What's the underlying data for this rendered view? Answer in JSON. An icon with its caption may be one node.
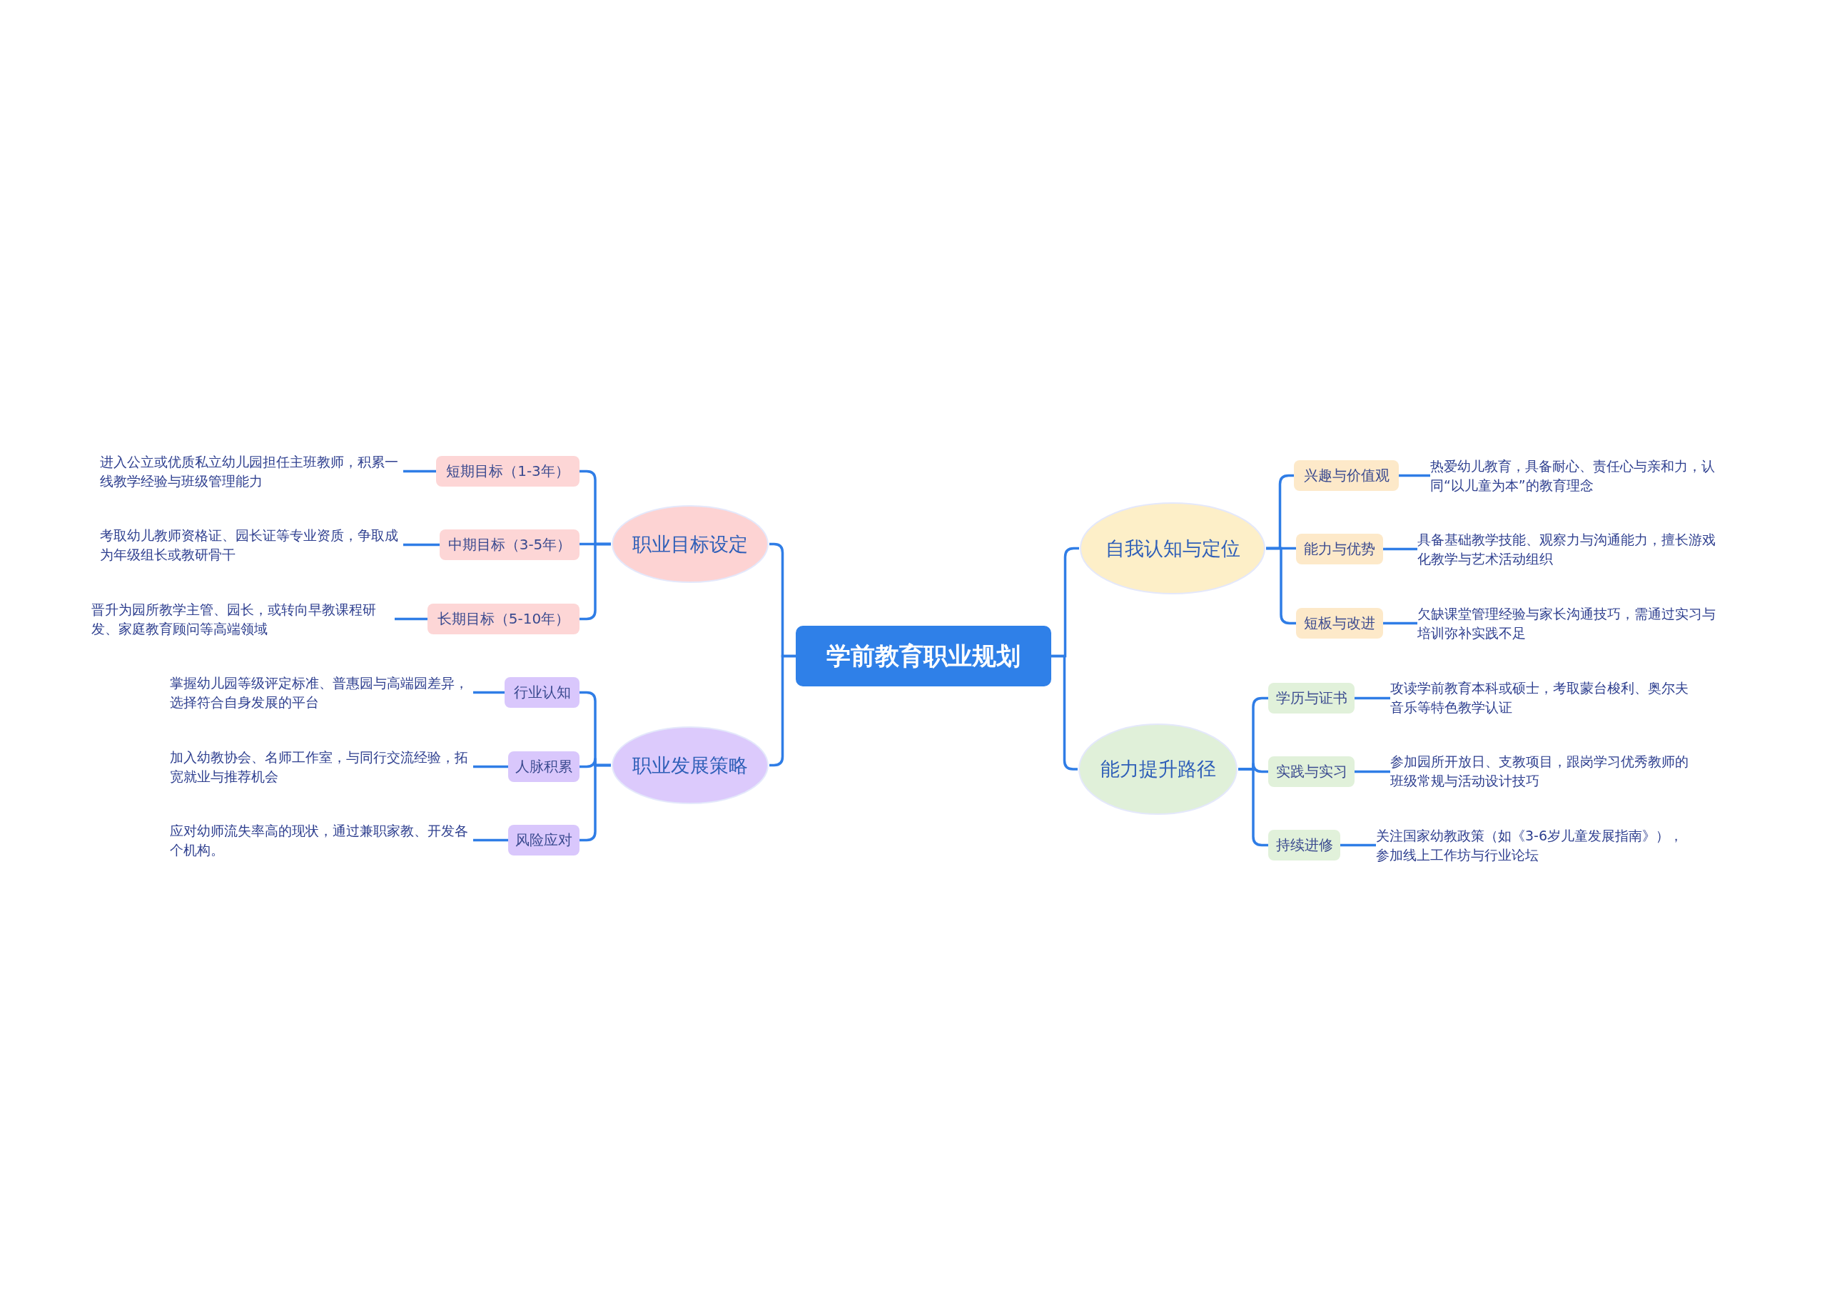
{
  "diagram": {
    "nodes": [
      {
        "text": [
          "学前教育职业规划"
        ]
      },
      {
        "text": [
          "职业目标设定"
        ]
      },
      {
        "text": [
          "短期目标（1-3年）"
        ]
      },
      {
        "text": [
          "进入公立或优质私立幼儿园担任主班教师，积累一线教学经验与班级管理能力"
        ]
      },
      {
        "text": [
          "中期目标（3-5年）"
        ]
      },
      {
        "text": [
          "考取幼儿教师资格证、园长证等专业资质，争取成为年级组长或教研骨干"
        ]
      },
      {
        "text": [
          "长期目标（5-10年）"
        ]
      },
      {
        "text": [
          "晋升为园所教学主管、园长，或转向早教课程研发、家庭教育顾问等高端领域"
        ]
      },
      {
        "text": [
          "职业发展策略"
        ]
      },
      {
        "text": [
          "行业认知"
        ]
      },
      {
        "text": [
          "掌握幼儿园等级评定标准、普惠园与高端园差异，选择符合自身发展的平台"
        ]
      },
      {
        "text": [
          "人脉积累"
        ]
      },
      {
        "text": [
          "加入幼教协会、名师工作室，与同行交流经验，拓宽就业与推荐机会"
        ]
      },
      {
        "text": [
          "风险应对"
        ]
      },
      {
        "text": [
          "应对幼师流失率高的现状，通过兼职家教、开发各个机构。"
        ]
      },
      {
        "text": [
          "自我认知与定位"
        ]
      },
      {
        "text": [
          "兴趣与价值观"
        ]
      },
      {
        "text": [
          "热爱幼儿教育，具备耐心、责任心与亲和力，认同“以儿童为本”的教育理念"
        ]
      },
      {
        "text": [
          "能力与优势"
        ]
      },
      {
        "text": [
          "具备基础教学技能、观察力与沟通能力，擅长游戏化教学与艺术活动组织"
        ]
      },
      {
        "text": [
          "短板与改进"
        ]
      },
      {
        "text": [
          "欠缺课堂管理经验与家长沟通技巧，需通过实习与培训弥补实践不足"
        ]
      },
      {
        "text": [
          "能力提升路径"
        ]
      },
      {
        "text": [
          "学历与证书"
        ]
      },
      {
        "text": [
          "攻读学前教育本科或硕士，考取蒙台梭利、奥尔夫音乐等特色教学认证"
        ]
      },
      {
        "text": [
          "实践与实习"
        ]
      },
      {
        "text": [
          "参加园所开放日、支教项目，跟岗学习优秀教师的班级常规与活动设计技巧"
        ]
      },
      {
        "text": [
          "持续进修"
        ]
      },
      {
        "text": [
          "关注国家幼教政策（如《3-6岁儿童发展指南》），参加线上工作坊与行业论坛"
        ]
      }
    ],
    "edges": [
      {
        "from": 0,
        "to": 1,
        "arrow": "none"
      },
      {
        "from": 1,
        "to": 2,
        "arrow": "none"
      },
      {
        "from": 2,
        "to": 3,
        "arrow": "none"
      },
      {
        "from": 1,
        "to": 4,
        "arrow": "none"
      },
      {
        "from": 4,
        "to": 5,
        "arrow": "none"
      },
      {
        "from": 1,
        "to": 6,
        "arrow": "none"
      },
      {
        "from": 6,
        "to": 7,
        "arrow": "none"
      },
      {
        "from": 0,
        "to": 8,
        "arrow": "none"
      },
      {
        "from": 8,
        "to": 9,
        "arrow": "none"
      },
      {
        "from": 9,
        "to": 10,
        "arrow": "none"
      },
      {
        "from": 8,
        "to": 11,
        "arrow": "none"
      },
      {
        "from": 11,
        "to": 12,
        "arrow": "none"
      },
      {
        "from": 8,
        "to": 13,
        "arrow": "none"
      },
      {
        "from": 13,
        "to": 14,
        "arrow": "none"
      },
      {
        "from": 0,
        "to": 15,
        "arrow": "none"
      },
      {
        "from": 15,
        "to": 16,
        "arrow": "none"
      },
      {
        "from": 16,
        "to": 17,
        "arrow": "none"
      },
      {
        "from": 15,
        "to": 18,
        "arrow": "none"
      },
      {
        "from": 18,
        "to": 19,
        "arrow": "none"
      },
      {
        "from": 15,
        "to": 20,
        "arrow": "none"
      },
      {
        "from": 20,
        "to": 21,
        "arrow": "none"
      },
      {
        "from": 0,
        "to": 22,
        "arrow": "none"
      },
      {
        "from": 22,
        "to": 23,
        "arrow": "none"
      },
      {
        "from": 23,
        "to": 24,
        "arrow": "none"
      },
      {
        "from": 22,
        "to": 25,
        "arrow": "none"
      },
      {
        "from": 25,
        "to": 26,
        "arrow": "none"
      },
      {
        "from": 22,
        "to": 27,
        "arrow": "none"
      },
      {
        "from": 27,
        "to": 28,
        "arrow": "none"
      }
    ]
  }
}
